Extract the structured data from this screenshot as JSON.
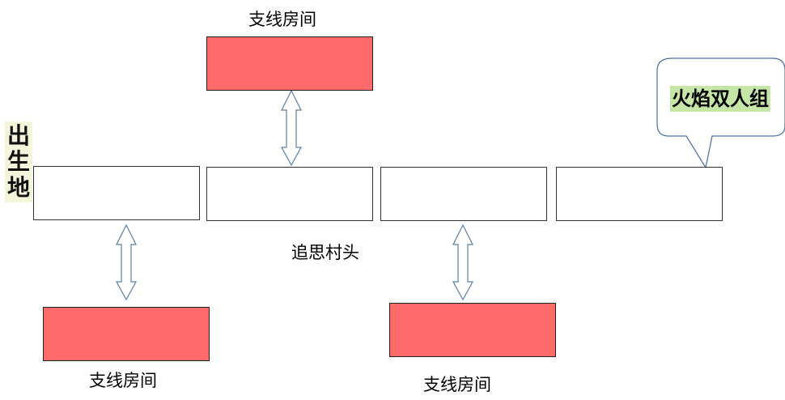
{
  "diagram": {
    "birthplace_label": [
      "出",
      "生",
      "地"
    ],
    "main_label": "追思村头",
    "branch_room_label": "支线房间",
    "callout_label": "火焰双人组",
    "colors": {
      "room_fill": "#ff6b6b",
      "arrow_stroke": "#5b7fa8",
      "callout_fill": "#c6e6a8"
    }
  }
}
